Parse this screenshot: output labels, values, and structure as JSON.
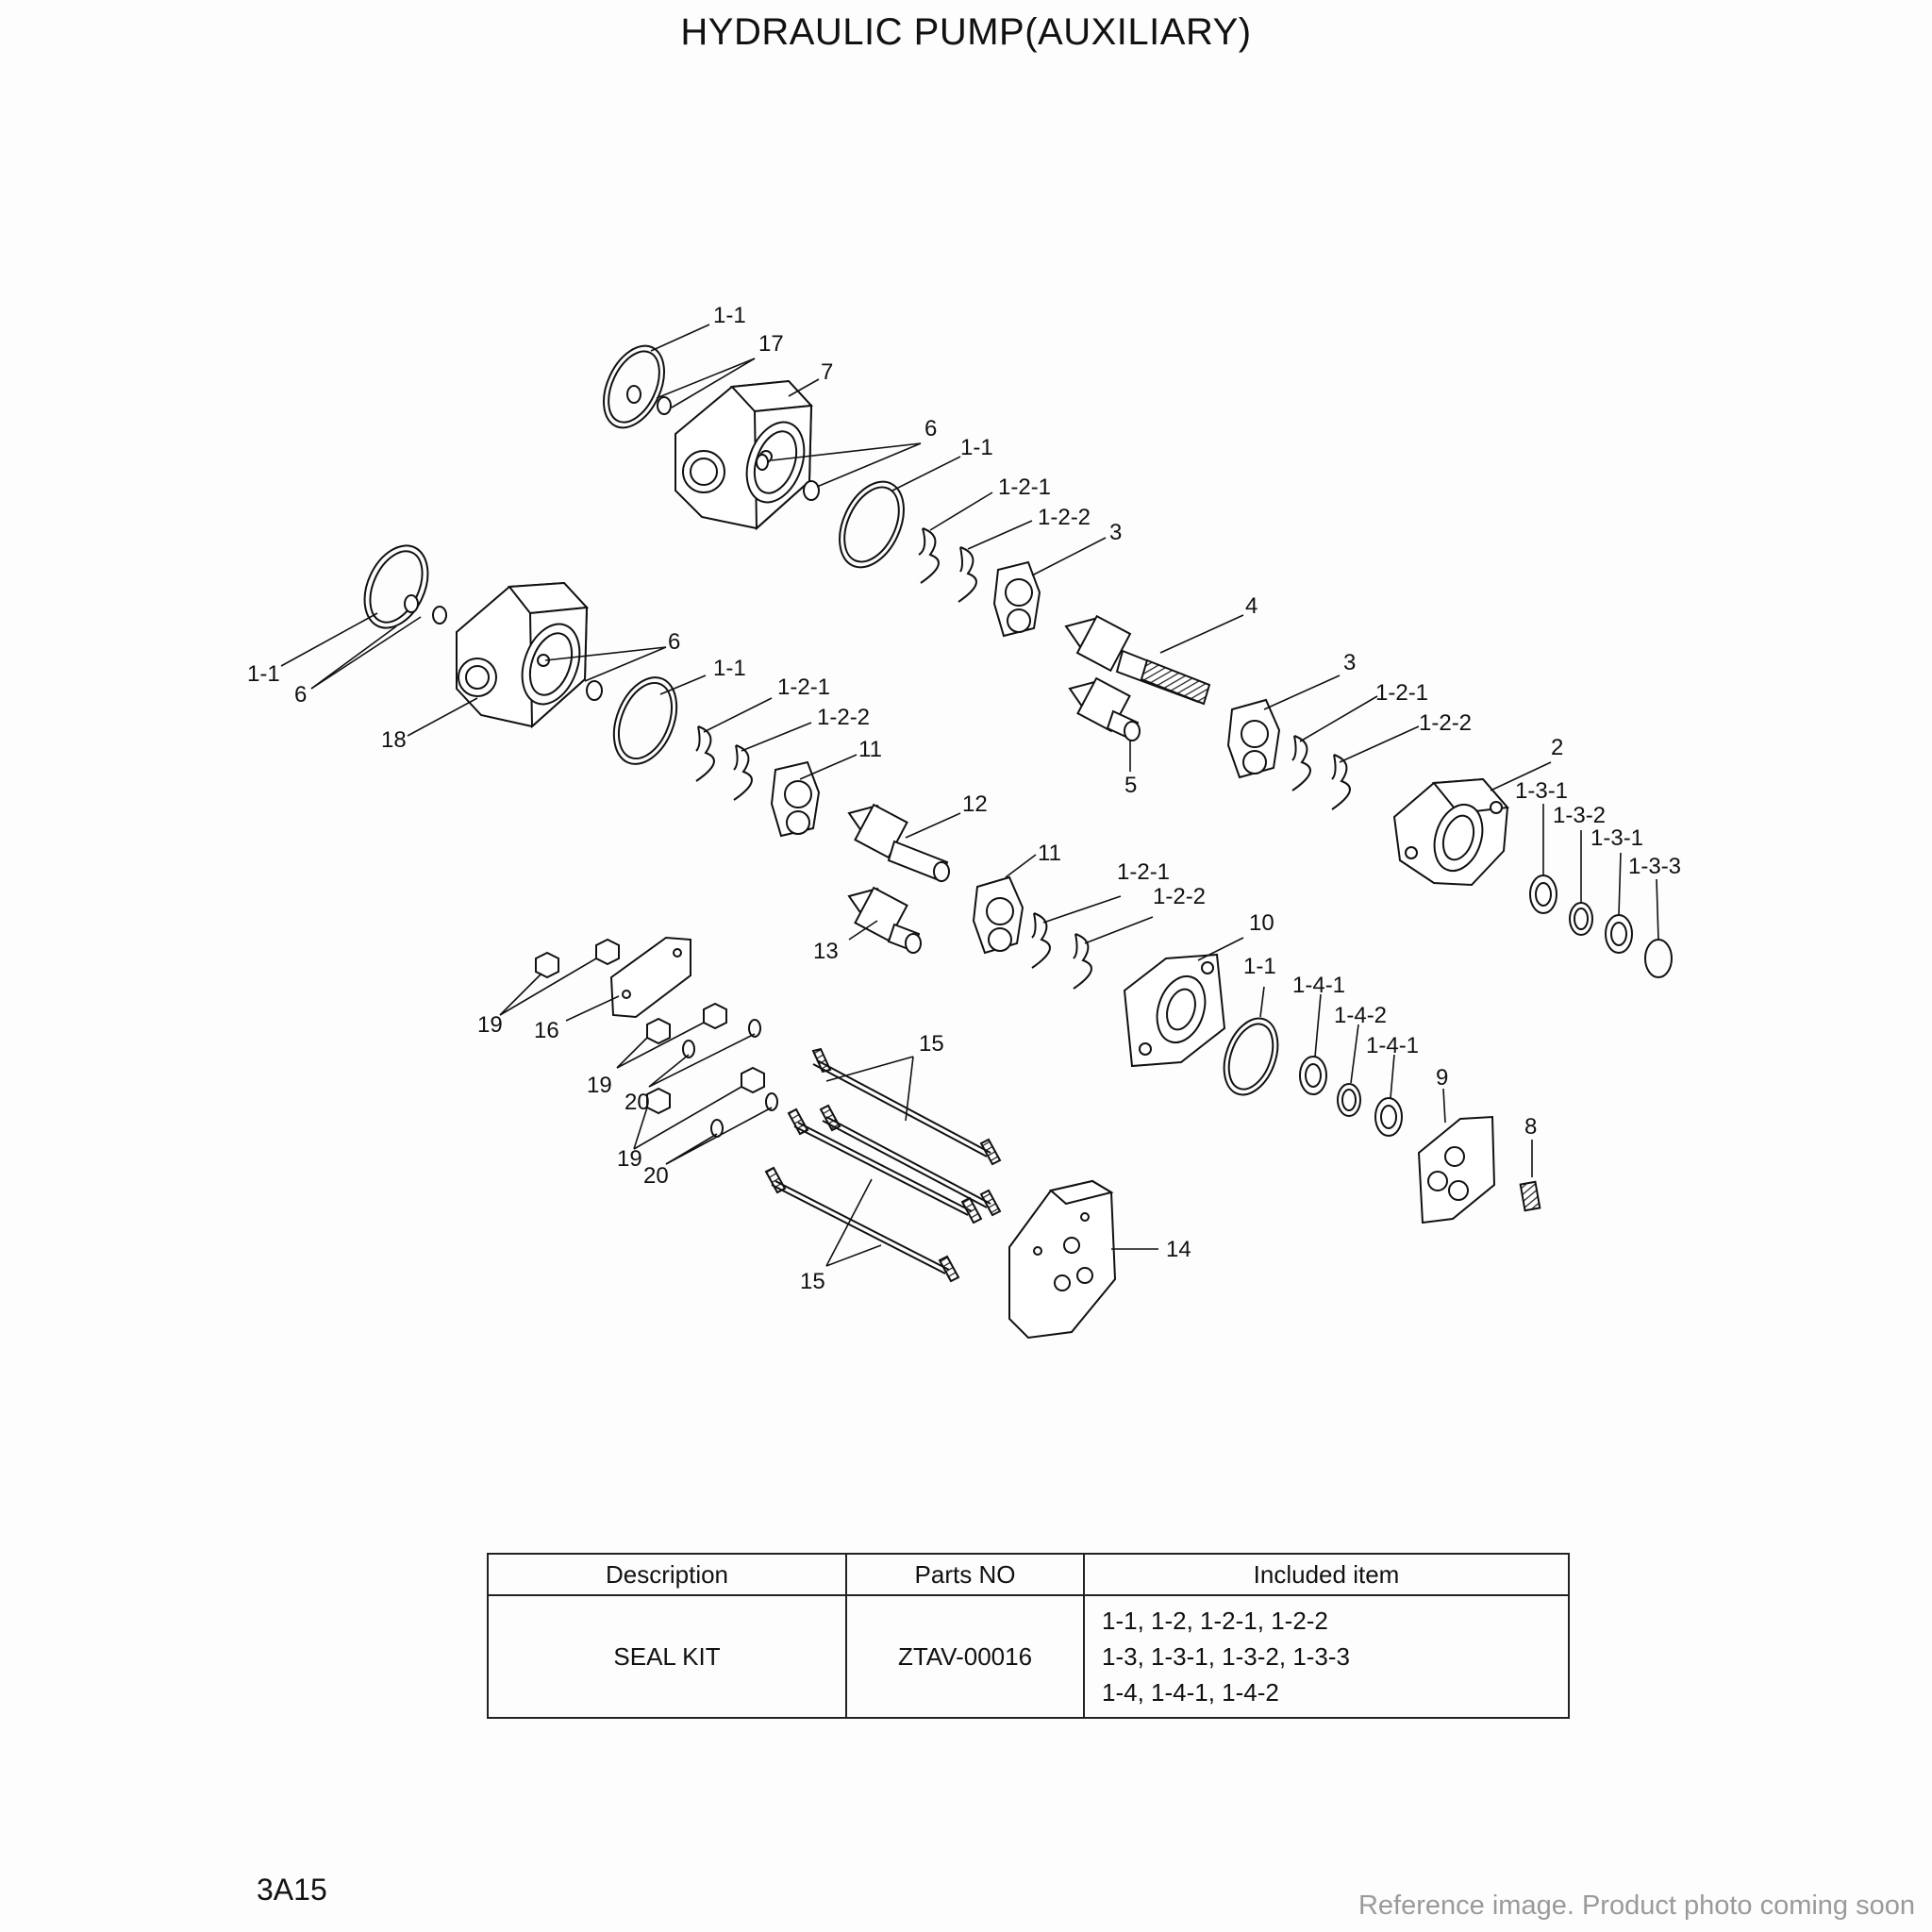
{
  "title": "HYDRAULIC PUMP(AUXILIARY)",
  "page_code": "3A15",
  "watermark": "Reference image. Product photo coming soon",
  "callouts": {
    "c_1_1_a": "1-1",
    "c_17": "17",
    "c_7": "7",
    "c_6_a": "6",
    "c_1_1_b": "1-1",
    "c_1_2_1_a": "1-2-1",
    "c_1_2_2_a": "1-2-2",
    "c_3_a": "3",
    "c_4": "4",
    "c_1_1_c": "1-1",
    "c_6_b": "6",
    "c_6_c": "6",
    "c_1_1_d": "1-1",
    "c_18": "18",
    "c_1_2_1_b": "1-2-1",
    "c_1_2_2_b": "1-2-2",
    "c_11_a": "11",
    "c_5": "5",
    "c_3_b": "3",
    "c_1_2_1_c": "1-2-1",
    "c_1_2_2_c": "1-2-2",
    "c_2": "2",
    "c_1_3_1_a": "1-3-1",
    "c_1_3_2": "1-3-2",
    "c_1_3_1_b": "1-3-1",
    "c_1_3_3": "1-3-3",
    "c_12": "12",
    "c_11_b": "11",
    "c_1_2_1_d": "1-2-1",
    "c_1_2_2_d": "1-2-2",
    "c_13": "13",
    "c_10": "10",
    "c_1_1_e": "1-1",
    "c_1_4_1_a": "1-4-1",
    "c_1_4_2": "1-4-2",
    "c_1_4_1_b": "1-4-1",
    "c_19_a": "19",
    "c_16": "16",
    "c_19_b": "19",
    "c_20_a": "20",
    "c_19_c": "19",
    "c_20_b": "20",
    "c_15_a": "15",
    "c_15_b": "15",
    "c_9": "9",
    "c_8": "8",
    "c_14": "14"
  },
  "seal_kit_table": {
    "headers": [
      "Description",
      "Parts NO",
      "Included item"
    ],
    "row": {
      "description": "SEAL KIT",
      "parts_no": "ZTAV-00016",
      "included_lines": [
        "1-1, 1-2, 1-2-1, 1-2-2",
        "1-3, 1-3-1, 1-3-2, 1-3-3",
        "1-4, 1-4-1, 1-4-2"
      ]
    }
  }
}
